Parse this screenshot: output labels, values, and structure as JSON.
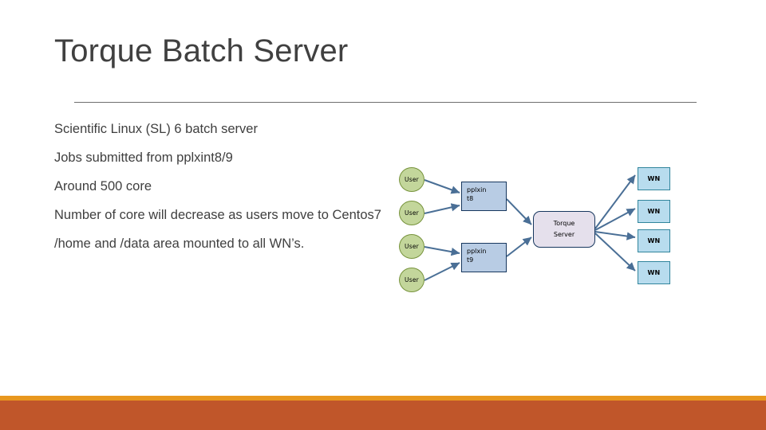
{
  "slide": {
    "title": "Torque Batch Server",
    "title_color": "#404040",
    "background": "#ffffff"
  },
  "body": {
    "lines": [
      "Scientific Linux (SL) 6 batch server",
      "Jobs submitted from pplxint8/9",
      "Around 500 core",
      "Number of core will decrease as users move to Centos7",
      "/home and /data area mounted to all WN’s."
    ]
  },
  "diagram": {
    "type": "flow",
    "connector_color": "#4a6f96",
    "users": [
      {
        "label": "User"
      },
      {
        "label": "User"
      },
      {
        "label": "User"
      },
      {
        "label": "User"
      }
    ],
    "interactive_nodes": [
      {
        "label": "pplxint8",
        "line1": "pplxin",
        "line2": "t8",
        "fill": "#b8cce4",
        "stroke": "#17375e"
      },
      {
        "label": "pplxint9",
        "line1": "pplxin",
        "line2": "t9",
        "fill": "#b8cce4",
        "stroke": "#17375e"
      }
    ],
    "server": {
      "line1": "Torque",
      "line2": "Server",
      "fill": "#e5e0ec",
      "stroke": "#17375e"
    },
    "worker_nodes": [
      {
        "label": "WN"
      },
      {
        "label": "WN"
      },
      {
        "label": "WN"
      },
      {
        "label": "WN"
      }
    ],
    "worker_fill": "#b8dcee",
    "worker_stroke": "#31859c",
    "user_fill": "#c3d69b",
    "user_stroke": "#77933c"
  },
  "footer": {
    "band_orange": "#e8971e",
    "band_rust": "#c0562a"
  }
}
